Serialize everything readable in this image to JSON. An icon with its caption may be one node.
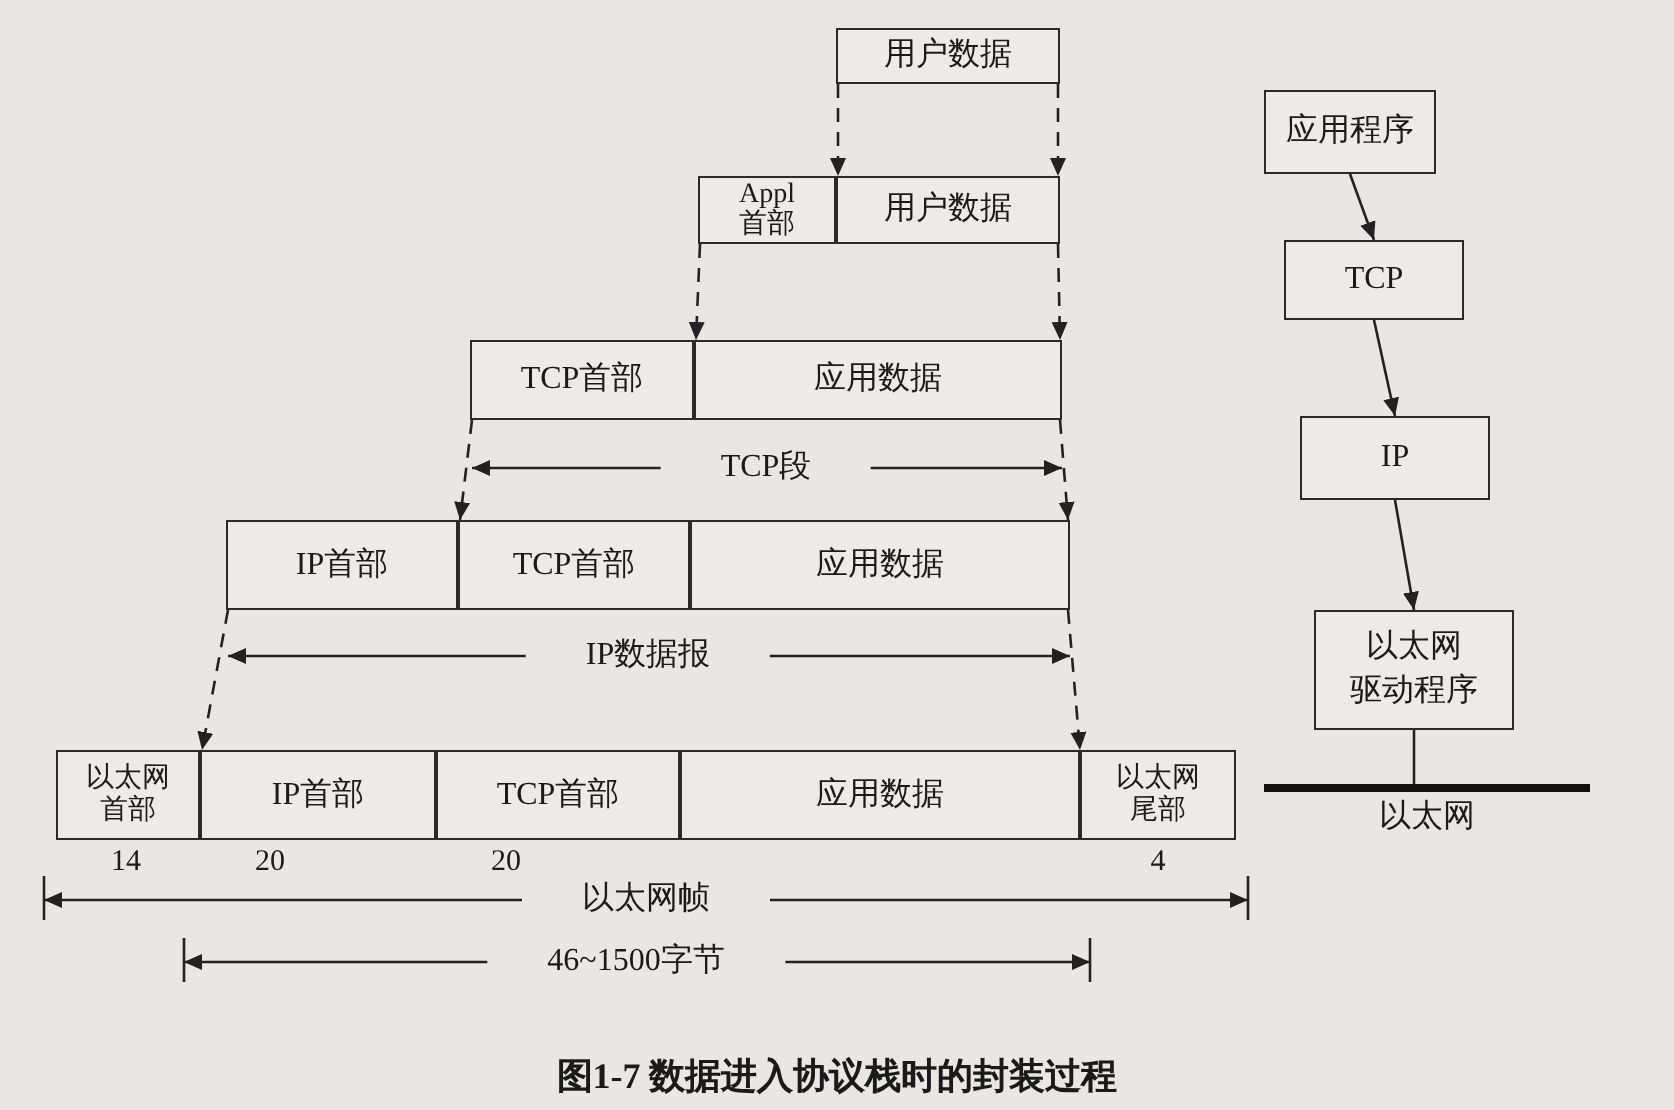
{
  "diagram": {
    "caption": "图1-7 数据进入协议栈时的封装过程",
    "nodes": [
      {
        "text": [
          "用户数据"
        ]
      },
      {
        "text": [
          "Appl 首部"
        ]
      },
      {
        "text": [
          "用户数据"
        ]
      },
      {
        "text": [
          "TCP首部"
        ]
      },
      {
        "text": [
          "应用数据"
        ]
      },
      {
        "text": [
          "IP首部"
        ]
      },
      {
        "text": [
          "TCP首部"
        ]
      },
      {
        "text": [
          "应用数据"
        ]
      },
      {
        "text": [
          "以太网首部"
        ],
        "beside": [
          "14"
        ]
      },
      {
        "text": [
          "IP首部"
        ],
        "beside": [
          "20"
        ]
      },
      {
        "text": [
          "TCP首部"
        ],
        "beside": [
          "20"
        ]
      },
      {
        "text": [
          "应用数据"
        ]
      },
      {
        "text": [
          "以太网尾部"
        ],
        "beside": [
          "4"
        ]
      },
      {
        "text": [
          "应用程序"
        ]
      },
      {
        "text": [
          "TCP"
        ]
      },
      {
        "text": [
          "IP"
        ]
      },
      {
        "text": [
          "以太网驱动程序"
        ]
      },
      {
        "text": [
          "以太网"
        ]
      }
    ],
    "edges": [
      {
        "from": 0,
        "to": 2,
        "arrow": "to",
        "style": "dashed"
      },
      {
        "from": 0,
        "to": 2,
        "arrow": "to",
        "style": "dashed"
      },
      {
        "from": 1,
        "to": 4,
        "arrow": "to",
        "style": "dashed"
      },
      {
        "from": 2,
        "to": 4,
        "arrow": "to",
        "style": "dashed"
      },
      {
        "from": 3,
        "to": 6,
        "arrow": "to",
        "style": "dashed"
      },
      {
        "from": 4,
        "to": 7,
        "arrow": "to",
        "style": "dashed"
      },
      {
        "from": 5,
        "to": 9,
        "arrow": "to",
        "style": "dashed"
      },
      {
        "from": 7,
        "to": 11,
        "arrow": "to",
        "style": "dashed"
      },
      {
        "from": 13,
        "to": 14,
        "arrow": "to"
      },
      {
        "from": 14,
        "to": 15,
        "arrow": "to"
      },
      {
        "from": 15,
        "to": 16,
        "arrow": "to"
      },
      {
        "from": 16,
        "to": 17,
        "arrow": "none"
      }
    ],
    "labels": [
      "TCP段",
      "IP数据报",
      "以太网帧",
      "46~1500字节"
    ]
  }
}
